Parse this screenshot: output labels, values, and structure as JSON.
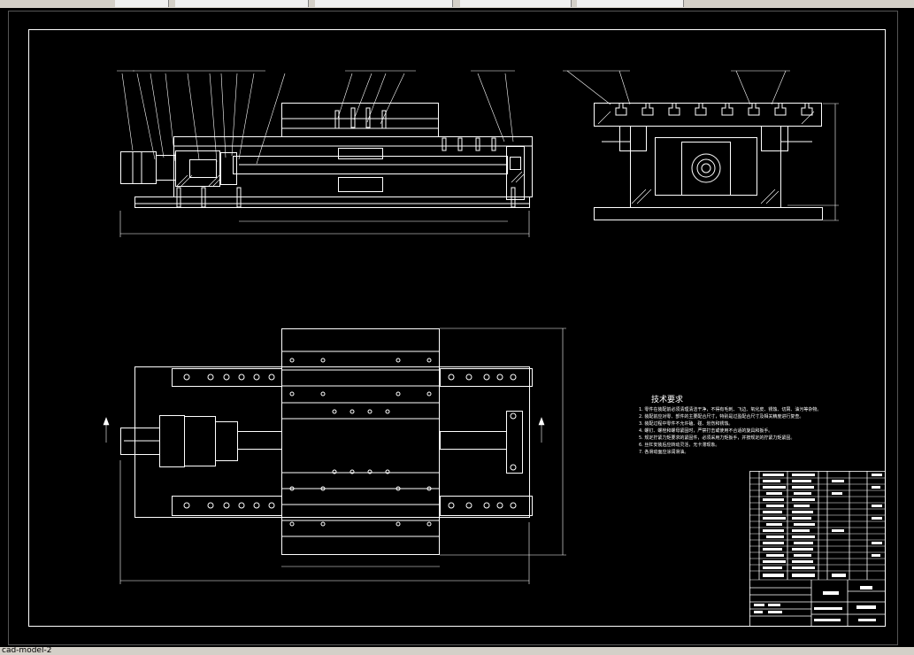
{
  "window": {
    "status_text": "cad-model-2"
  },
  "colors": {
    "background": "#000000",
    "line": "#ffffff",
    "chrome": "#d4d0c8"
  },
  "technical_notes": {
    "title": "技术要求",
    "lines": [
      "1. 零件在装配前必须清理清洁干净，不得有毛刺、飞边、氧化皮、锈蚀、切屑、油污等杂物。",
      "2. 装配前应对零、部件的主要配合尺寸，特别是过盈配合尺寸及相关精度进行复查。",
      "3. 装配过程中零件不允许磕、碰、划伤和锈蚀。",
      "4. 螺钉、螺栓和螺母紧固时，严禁打击或使用不合适的旋具和扳手。",
      "5. 规定拧紧力矩要求的紧固件，必须采用力矩扳手，并按规定的拧紧力矩紧固。",
      "6. 丝杠安装后应转动灵活，无卡滞现象。",
      "7. 各滑动面应涂润滑油。"
    ]
  },
  "icons": {
    "section_marker_left": "section-arrow-icon",
    "section_marker_right": "section-arrow-icon"
  }
}
